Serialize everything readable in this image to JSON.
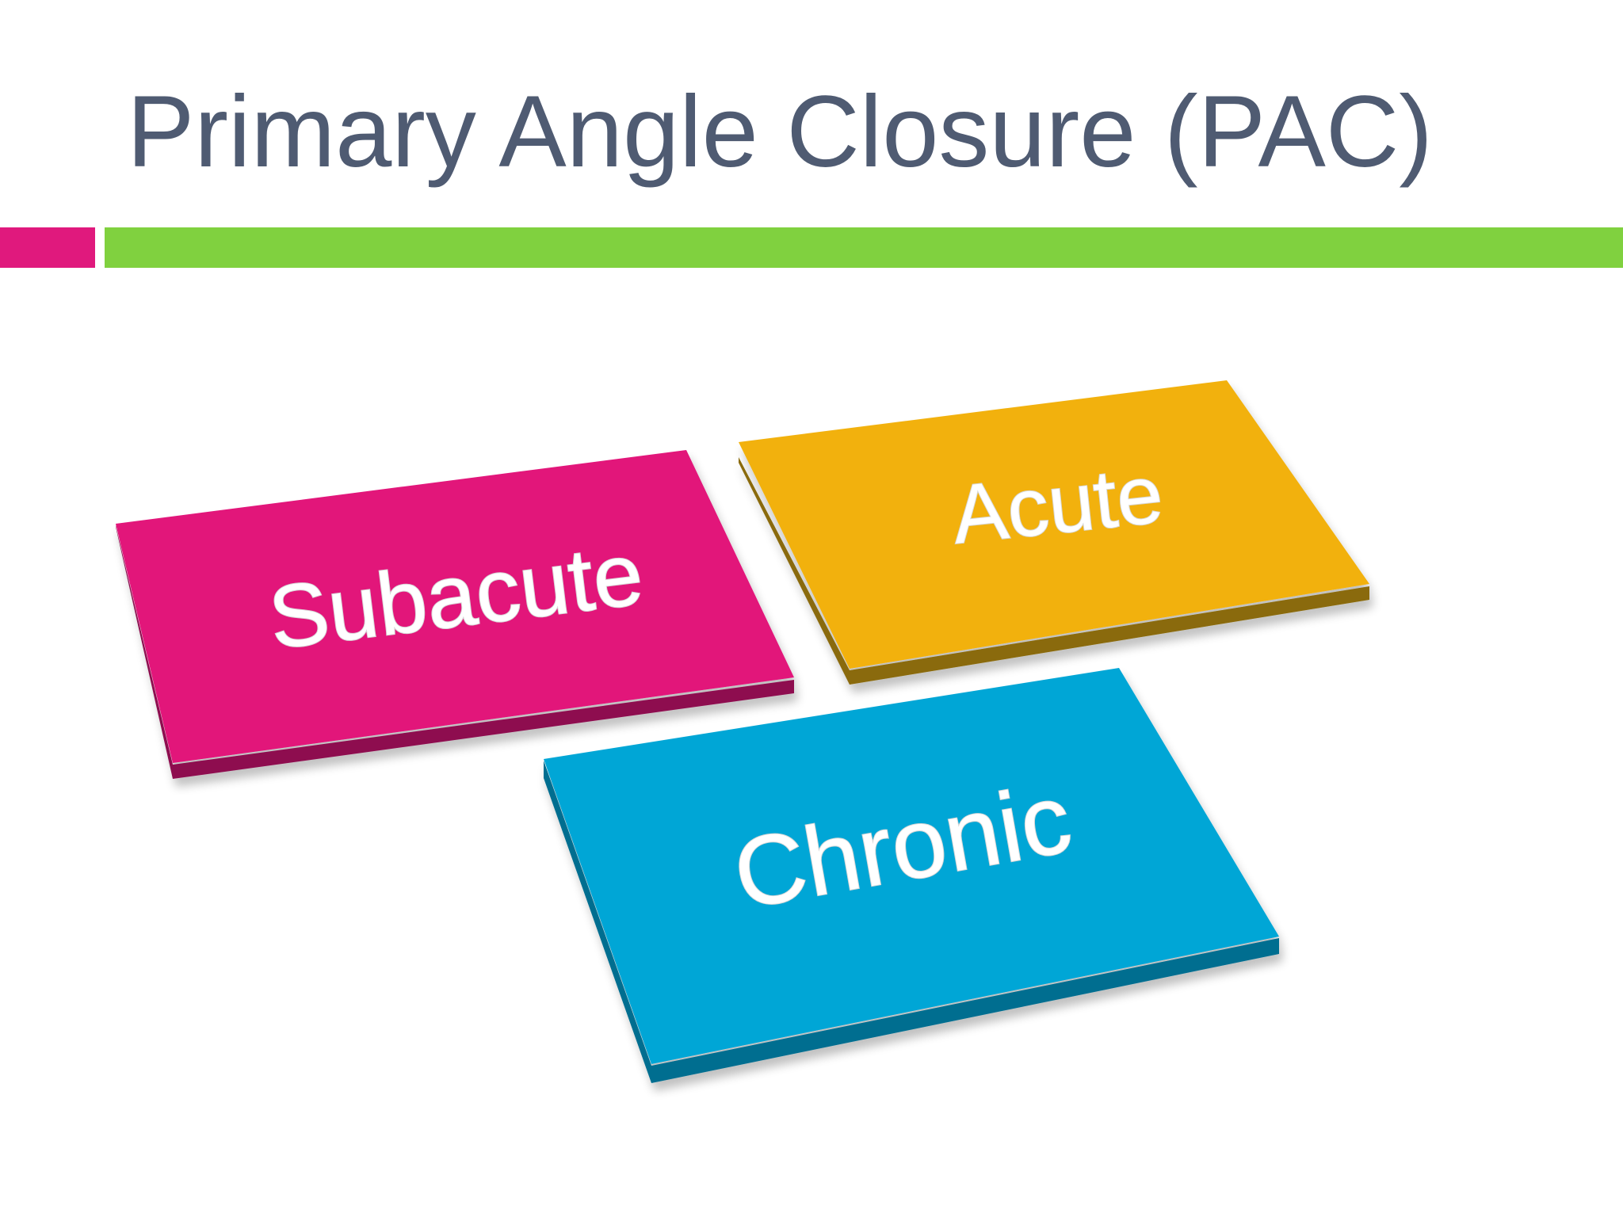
{
  "slide": {
    "title": "Primary Angle Closure (PAC)"
  },
  "colors": {
    "title_text": "#4f5b72",
    "accent_pink": "#e0197d",
    "accent_green": "#80d13f",
    "tile_subacute_top": "#e2127a",
    "tile_subacute_side": "#8e0c4f",
    "tile_acute_top": "#f2b10c",
    "tile_acute_side": "#8a6a08",
    "tile_chronic_top": "#05a6d6",
    "tile_chronic_side": "#036e90"
  },
  "tiles": [
    {
      "label": "Subacute",
      "color": "pink"
    },
    {
      "label": "Acute",
      "color": "yellow"
    },
    {
      "label": "Chronic",
      "color": "blue"
    }
  ]
}
